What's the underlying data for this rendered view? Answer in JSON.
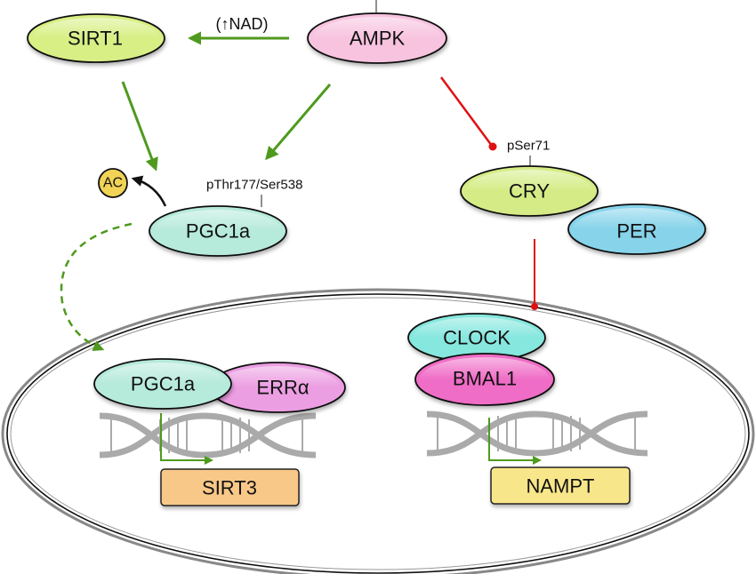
{
  "diagram": {
    "colors": {
      "activation": "#4f9a1e",
      "inhibition": "#e01010",
      "ampk": "#f7c3df",
      "sirt1": "#d8ef85",
      "pgc1a": "#b6eadb",
      "errA": "#ec9ee2",
      "cry": "#d5ec86",
      "per": "#86d3ea",
      "clock": "#86e7de",
      "bmal1": "#ef6dc6",
      "sirt3": "#f8c888",
      "nampt": "#f8e68a",
      "dna": "#aaaaaa",
      "ac": "#f1d356"
    },
    "nodes": {
      "ampk": "AMPK",
      "sirt1": "SIRT1",
      "pgc1a": "PGC1a",
      "ac": "AC",
      "cry": "CRY",
      "per": "PER",
      "pgc1a_nuclear": "PGC1a",
      "err_alpha": "ERRα",
      "clock": "CLOCK",
      "bmal1": "BMAL1",
      "sirt3": "SIRT3",
      "nampt": "NAMPT"
    },
    "annotations": {
      "nad": "(↑NAD)",
      "pgc1a_phospho": "pThr177/Ser538",
      "cry_phospho": "pSer71"
    },
    "edges": [
      {
        "from": "AMPK",
        "to": "SIRT1",
        "type": "activation",
        "label": "(↑NAD)"
      },
      {
        "from": "SIRT1",
        "to": "PGC1a",
        "type": "activation"
      },
      {
        "from": "AMPK",
        "to": "PGC1a",
        "type": "activation"
      },
      {
        "from": "PGC1a",
        "to": "AC",
        "type": "removal"
      },
      {
        "from": "AMPK",
        "to": "CRY",
        "type": "inhibition"
      },
      {
        "from": "CRY",
        "to": "CLOCK/BMAL1",
        "type": "inhibition"
      },
      {
        "from": "PGC1a",
        "to": "PGC1a (nucleus)",
        "type": "translocation"
      },
      {
        "from": "PGC1a/ERRα",
        "to": "SIRT3",
        "type": "transcription"
      },
      {
        "from": "CLOCK/BMAL1",
        "to": "NAMPT",
        "type": "transcription"
      }
    ]
  }
}
